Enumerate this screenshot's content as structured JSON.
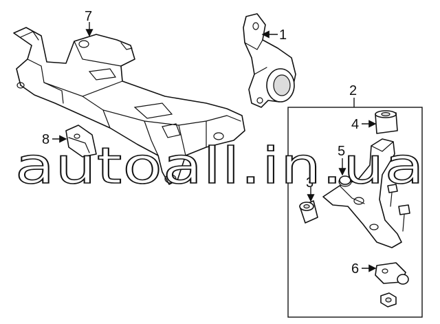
{
  "diagram": {
    "watermark": "autoall.in.ua",
    "callouts": [
      {
        "id": "c1",
        "label": "1"
      },
      {
        "id": "c2",
        "label": "2"
      },
      {
        "id": "c3",
        "label": "3"
      },
      {
        "id": "c4",
        "label": "4"
      },
      {
        "id": "c5",
        "label": "5"
      },
      {
        "id": "c6",
        "label": "6"
      },
      {
        "id": "c7",
        "label": "7"
      },
      {
        "id": "c8",
        "label": "8"
      }
    ],
    "colors": {
      "line": "#111111",
      "background": "#ffffff",
      "shade": "#dcdcdc"
    }
  }
}
